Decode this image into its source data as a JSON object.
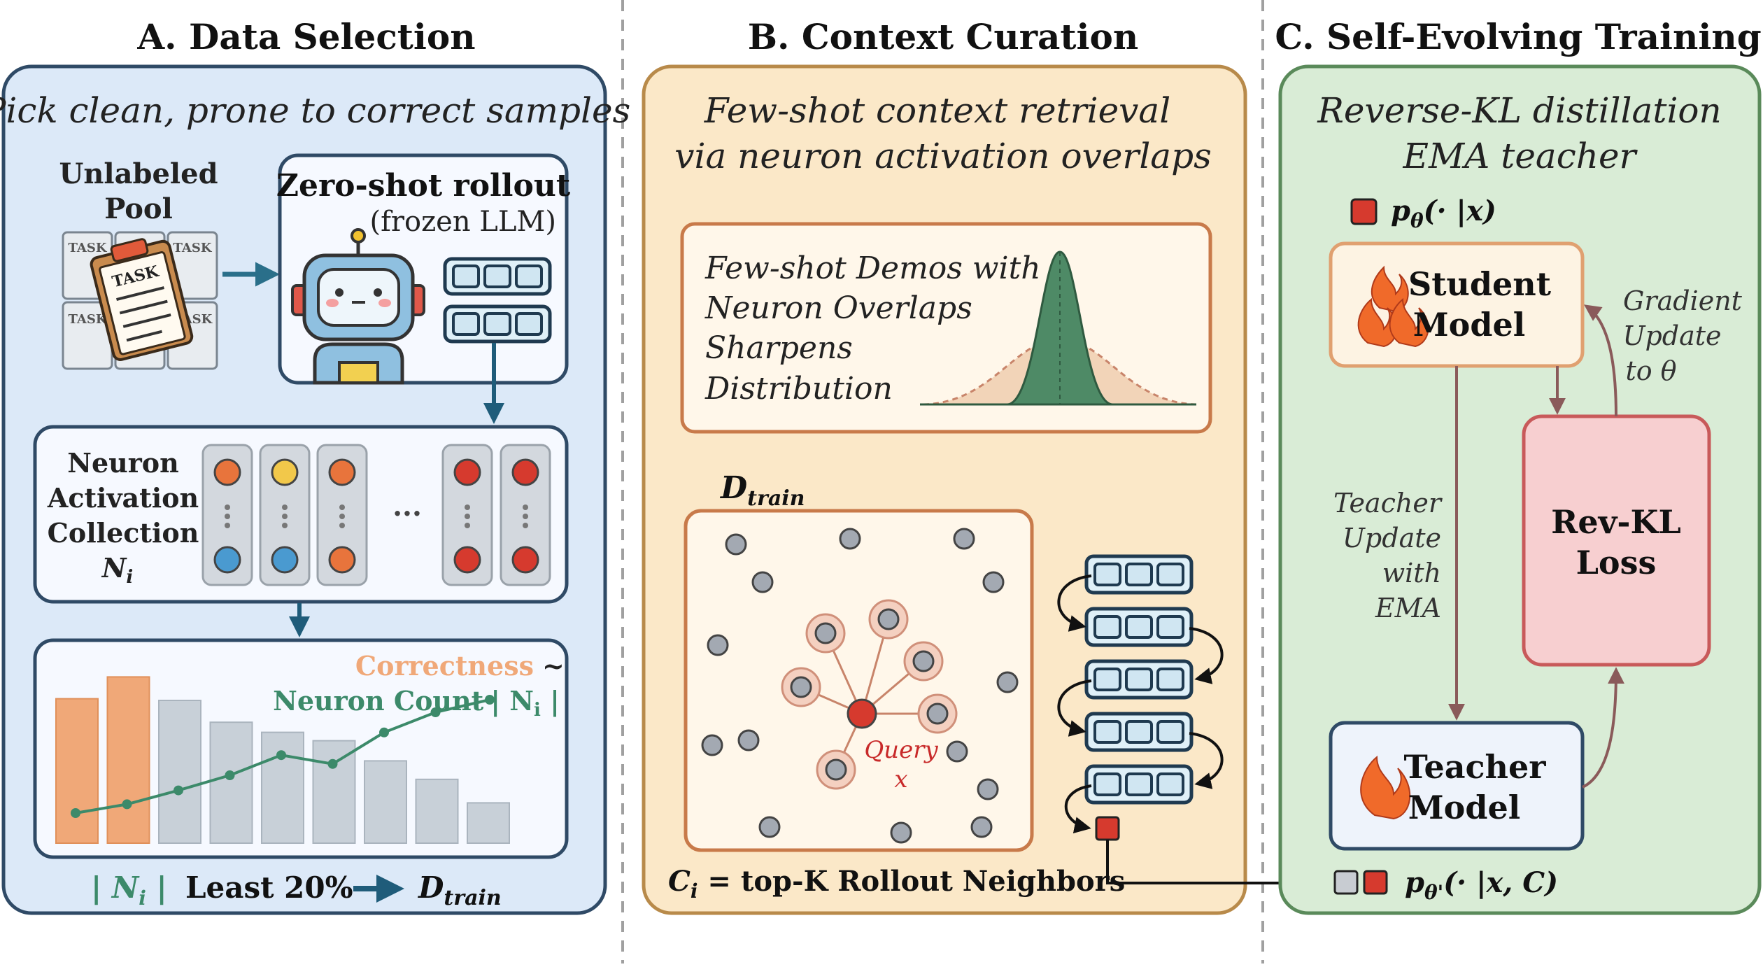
{
  "panelA": {
    "title": "A. Data Selection",
    "subtitle": "Pick clean, prone to correct samples",
    "pool_label_1": "Unlabeled",
    "pool_label_2": "Pool",
    "task_label": "TASK",
    "task_label_cut": "ASK",
    "rollout_title": "Zero-shot rollout",
    "rollout_sub": "(frozen LLM)",
    "neuron_label_1": "Neuron",
    "neuron_label_2": "Activation",
    "neuron_label_3": "Collection",
    "neuron_label_4": "N",
    "neuron_label_4_sub": "i",
    "ellipsis": "···",
    "correctness_label": "Correctness",
    "tilde": "~",
    "neuron_count_label": "Neuron Count",
    "neuron_count_ni": "| N",
    "neuron_count_ni_sub": "i",
    "neuron_count_bar": " |",
    "bottom_ni": "| N",
    "bottom_ni_sub": "i",
    "bottom_ni_bar": " |",
    "least_label": "Least 20%",
    "dtrain": "D",
    "dtrain_sub": "train"
  },
  "panelB": {
    "title": "B. Context Curation",
    "subtitle_1": "Few-shot context retrieval",
    "subtitle_2": "via neuron activation overlaps",
    "demo_1": "Few-shot Demos with",
    "demo_2": "Neuron Overlaps",
    "demo_3": "Sharpens",
    "demo_4": "Distribution",
    "dtrain": "D",
    "dtrain_sub": "train",
    "query_label": "Query",
    "query_var": "x",
    "ci_label": "C",
    "ci_sub": "i",
    "ci_text": " = top-K Rollout Neighbors"
  },
  "panelC": {
    "title": "C. Self-Evolving Training",
    "subtitle_1": "Reverse-KL distillation",
    "subtitle_2": "EMA teacher",
    "p_theta": "p",
    "p_theta_sub": "θ",
    "p_theta_args": "(· |x)",
    "student_1": "Student",
    "student_2": "Model",
    "gradient_1": "Gradient",
    "gradient_2": "Update",
    "gradient_3": "to θ",
    "teacher_update_1": "Teacher",
    "teacher_update_2": "Update",
    "teacher_update_3": "with",
    "teacher_update_4": "EMA",
    "revkl_1": "Rev-KL",
    "revkl_2": "Loss",
    "teacher_1": "Teacher",
    "teacher_2": "Model",
    "p_theta_prime": "p",
    "p_theta_prime_sub": "θ'",
    "p_theta_prime_args": "(· |x, C)"
  },
  "chart_data": {
    "type": "bar",
    "title": "",
    "bars": [
      0.86,
      0.99,
      0.85,
      0.72,
      0.66,
      0.61,
      0.49,
      0.38,
      0.24
    ],
    "highlighted": [
      0,
      1
    ],
    "line": [
      0.1,
      0.17,
      0.28,
      0.4,
      0.56,
      0.49,
      0.74,
      0.9,
      1.0
    ]
  },
  "colors": {
    "panelA_bg": "#dce9f8",
    "panelA_border": "#2f4a66",
    "panelB_bg": "#fbe8c8",
    "panelB_border": "#b88a4a",
    "panelC_bg": "#d9ecd6",
    "panelC_border": "#5a8a5a",
    "teal": "#2a6f8a",
    "orange": "#f0a878",
    "green_line": "#3c8a6a",
    "red": "#d63a2e",
    "revkl_bg": "#f7cfd0"
  },
  "icons": [
    "clipboard-icon",
    "robot-icon",
    "flame-icon",
    "bell-curve-icon",
    "node-graph-icon"
  ]
}
